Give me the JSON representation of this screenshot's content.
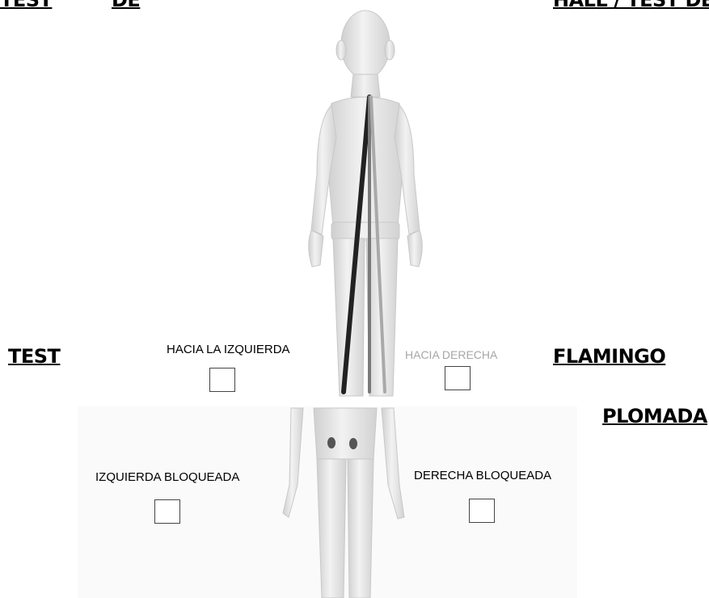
{
  "headings": {
    "top_left_1": "TEST",
    "top_left_2": "DE",
    "top_right": "HALL / TEST DE",
    "test": "TEST",
    "flamingo": "FLAMINGO",
    "plomada": "PLOMADA"
  },
  "options": {
    "left": "HACIA LA IZQUIERDA",
    "right": "HACIA DERECHA",
    "left_locked": "IZQUIERDA BLOQUEADA",
    "right_locked": "DERECHA BLOQUEADA"
  },
  "colors": {
    "figure_light": "#ececec",
    "figure_mid": "#d9d9d9",
    "figure_shadow": "#bdbdbd",
    "dark_line": "#222222",
    "grey_line": "#7a7a7a",
    "light_line": "#a9a9a9",
    "label_faded": "#a6a6a6"
  }
}
